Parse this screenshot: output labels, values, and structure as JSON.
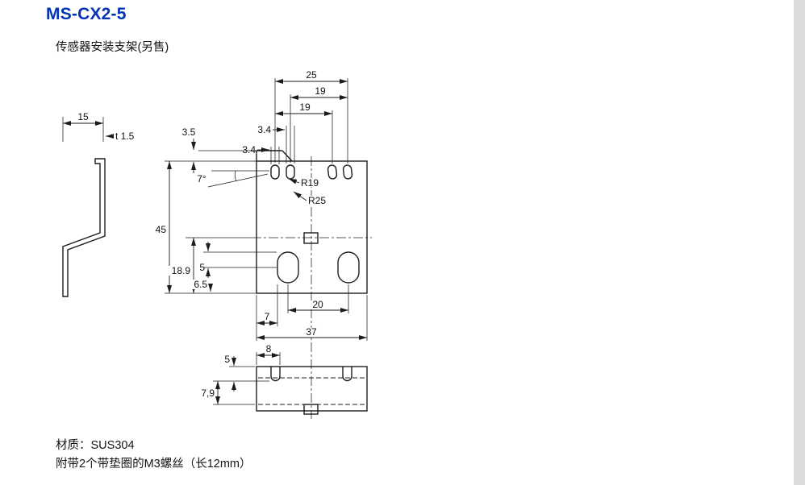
{
  "page": {
    "title": "MS-CX2-5",
    "subtitle": "传感器安装支架(另售)",
    "material_note": "材质：SUS304",
    "accessory_note": "附带2个带垫圈的M3螺丝（长12mm）"
  },
  "colors": {
    "title_blue": "#0433b4",
    "drawing_line": "#1c1c1c",
    "scrollbar_track": "#dcdcdc"
  },
  "drawing": {
    "side_view": {
      "flange_width": "15",
      "plate_thickness": "t 1.5"
    },
    "front_view": {
      "top_slot_span_outer": "25",
      "top_slot_span_a": "19",
      "top_slot_span_b": "19",
      "top_slot_width_a": "3.4",
      "top_slot_width_b": "3.4",
      "top_tab_height": "3.5",
      "tilt_angle": "7°",
      "slot_radius_inner": "R19",
      "slot_radius_outer": "R25",
      "overall_height": "45",
      "lower_section_height": "18.9",
      "hole_top_offset": "5",
      "hole_bottom_offset": "6.5",
      "hole_pitch": "20",
      "hole_edge_offset": "7",
      "overall_width": "37"
    },
    "bottom_view": {
      "notch_edge_span": "8",
      "front_step_depth": "5",
      "rear_depth": "7,9"
    }
  }
}
